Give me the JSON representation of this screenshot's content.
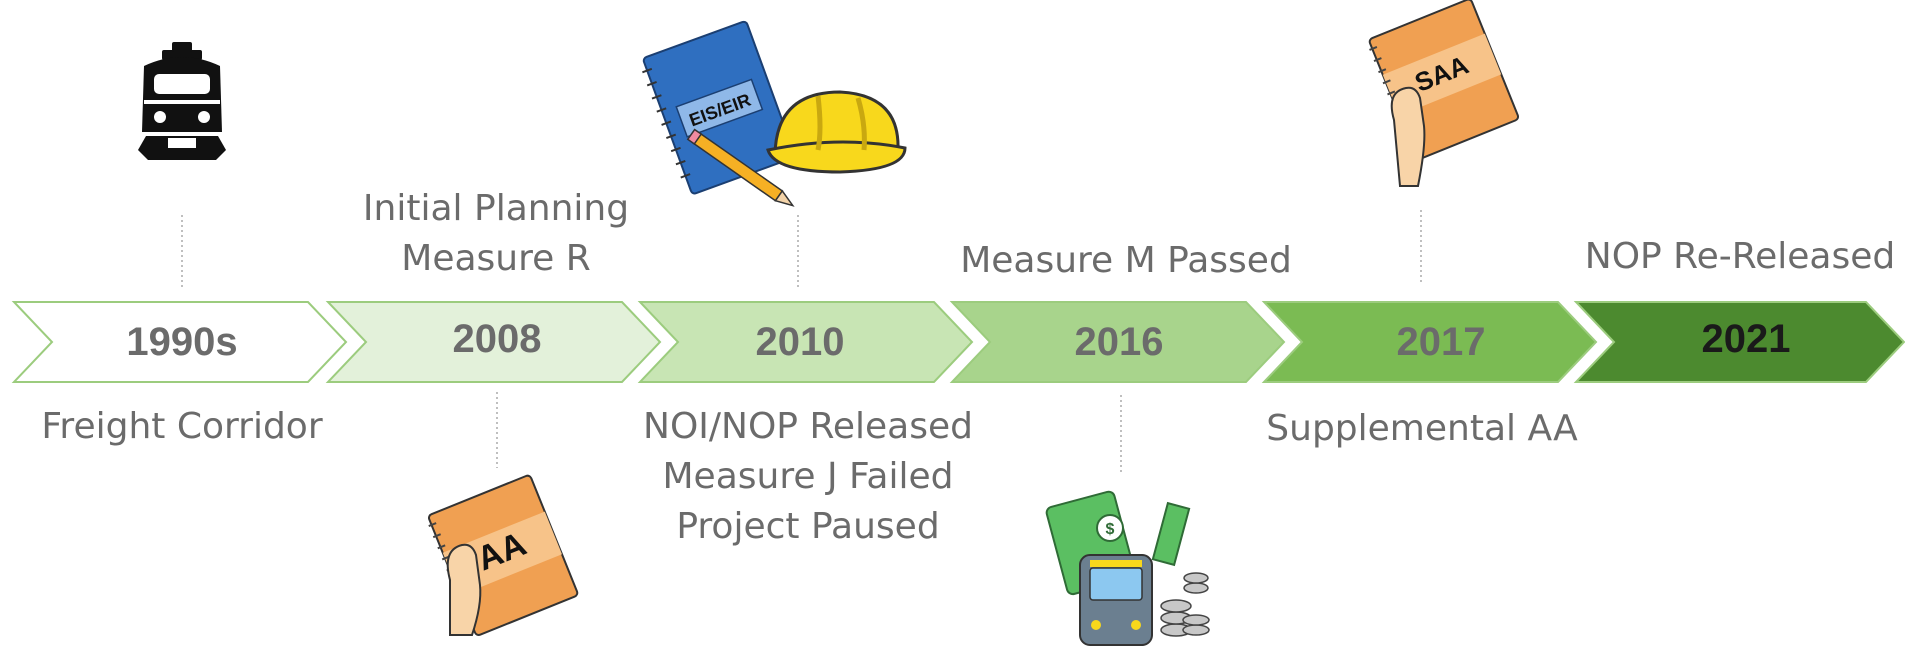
{
  "milestones": [
    {
      "year": "1990s",
      "description": [
        "Freight Corridor"
      ],
      "icon": "freight-train-icon",
      "fill": "#ffffff",
      "year_color": "#6b6b6b"
    },
    {
      "year": "2008",
      "description": [
        "Initial Planning",
        "Measure R"
      ],
      "icon": "aa-report-icon",
      "fill": "#e3f1da",
      "year_color": "#6b6b6b"
    },
    {
      "year": "2010",
      "description": [
        "NOI/NOP Released",
        "Measure J Failed",
        "Project Paused"
      ],
      "icon": "eis-eir-hardhat-icon",
      "fill": "#c8e5b4",
      "year_color": "#6b6b6b"
    },
    {
      "year": "2016",
      "description": [
        "Measure M Passed"
      ],
      "icon": "funding-train-icon",
      "fill": "#a8d48c",
      "year_color": "#6b6b6b"
    },
    {
      "year": "2017",
      "description": [
        "Supplemental AA"
      ],
      "icon": "saa-report-icon",
      "fill": "#7bbb53",
      "year_color": "#6b6b6b"
    },
    {
      "year": "2021",
      "description": [
        "NOP Re-Released"
      ],
      "icon": "",
      "fill": "#4c8a2f",
      "year_color": "#1a1a1a"
    }
  ],
  "icon_text": {
    "aa": "AA",
    "eis": "EIS/EIR",
    "saa": "SAA"
  },
  "colors": {
    "outline": "#9ccc7e",
    "connector": "#aaaaaa",
    "label_text": "#6b6b6b",
    "book_orange": "#f0a052",
    "book_blue": "#2f6fc0",
    "hardhat_yellow": "#f8d81c",
    "money_green": "#5bbf62"
  }
}
